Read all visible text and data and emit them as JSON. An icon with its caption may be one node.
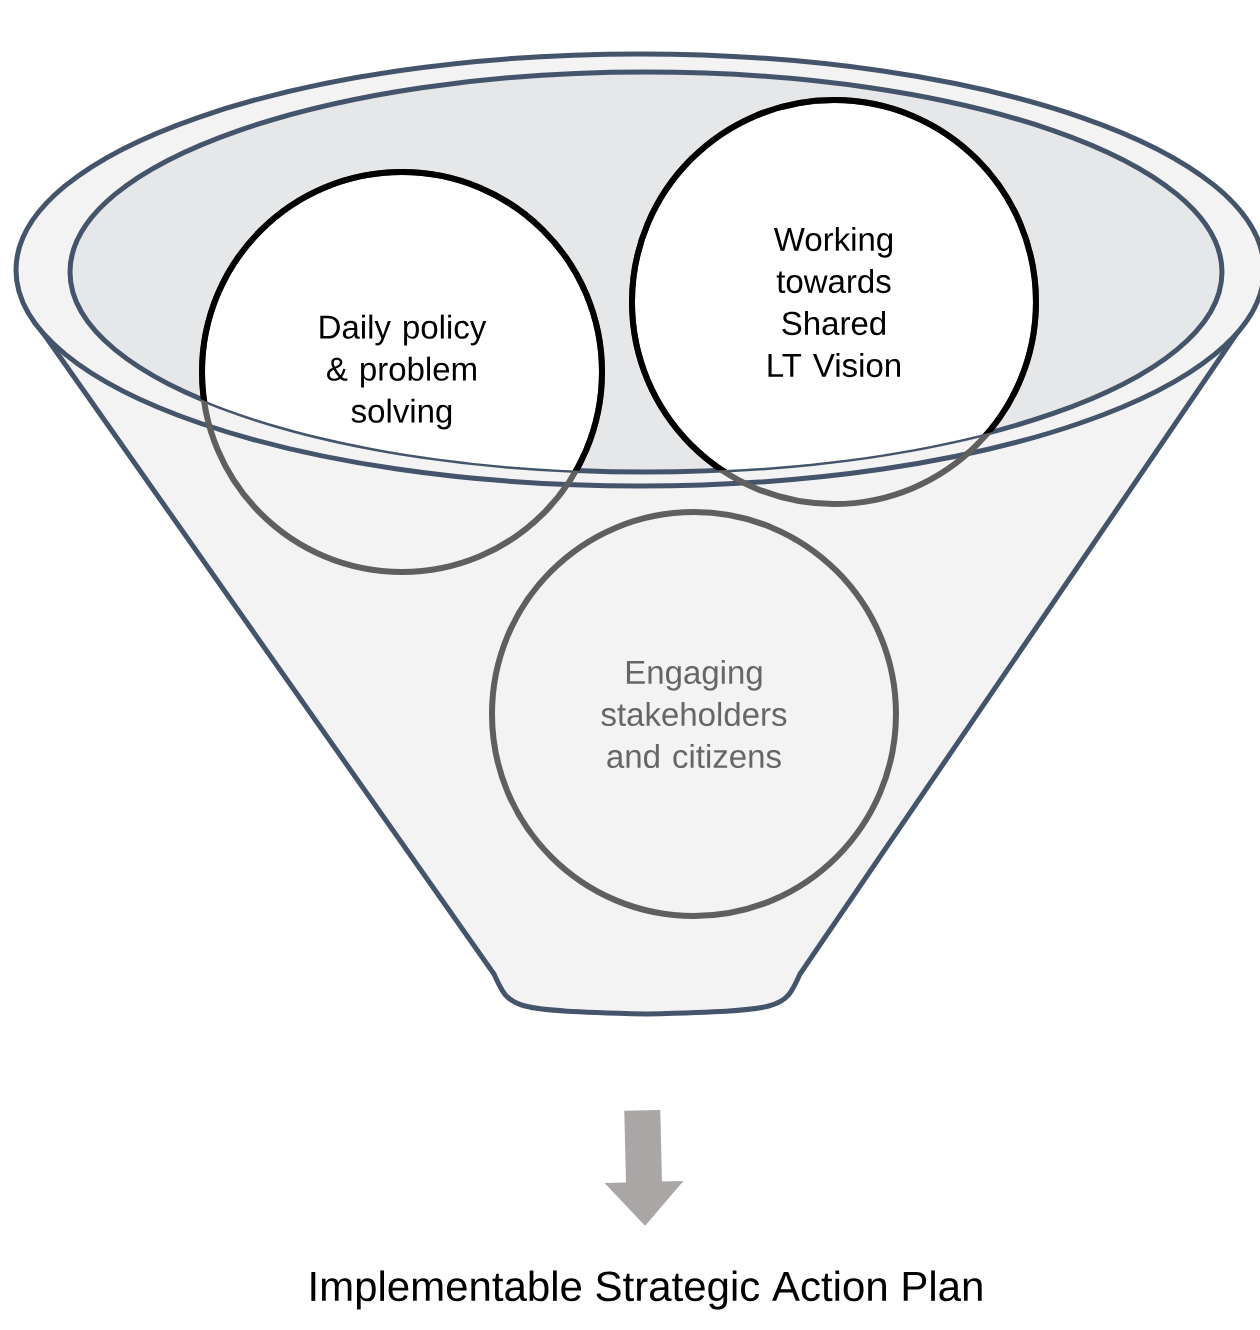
{
  "diagram": {
    "nodes": [
      {
        "text": [],
        "shape": "funnel"
      },
      {
        "text": [
          "Daily policy & problem solving"
        ]
      },
      {
        "text": [
          "Working towards Shared LT Vision"
        ]
      },
      {
        "text": [
          "Engaging stakeholders and citizens"
        ],
        "in": 0
      },
      {
        "text": [
          "Implementable Strategic Action Plan"
        ]
      }
    ],
    "edges": [
      {
        "from": 0,
        "to": 4,
        "arrow": "to",
        "color": "#aaa6a5"
      }
    ]
  }
}
